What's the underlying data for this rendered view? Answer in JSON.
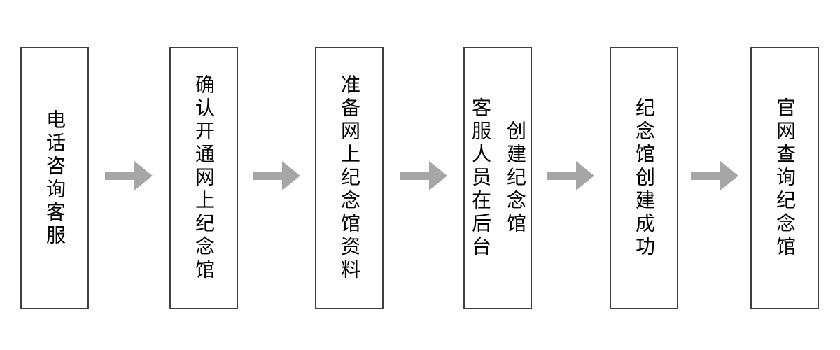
{
  "flowchart": {
    "type": "horizontal-process-flow",
    "steps": [
      {
        "label": "电话咨询客服"
      },
      {
        "label": "确认开通网上纪念馆"
      },
      {
        "label": "准备网上纪念馆资料"
      },
      {
        "label": "客服人员在后台\n创建纪念馆"
      },
      {
        "label": "纪念馆创建成功"
      },
      {
        "label": "官网查询纪念馆"
      }
    ],
    "colors": {
      "box_border": "#404040",
      "box_fill": "#ffffff",
      "arrow": "#a6a6a6",
      "text": "#000000",
      "background": "#ffffff"
    }
  }
}
